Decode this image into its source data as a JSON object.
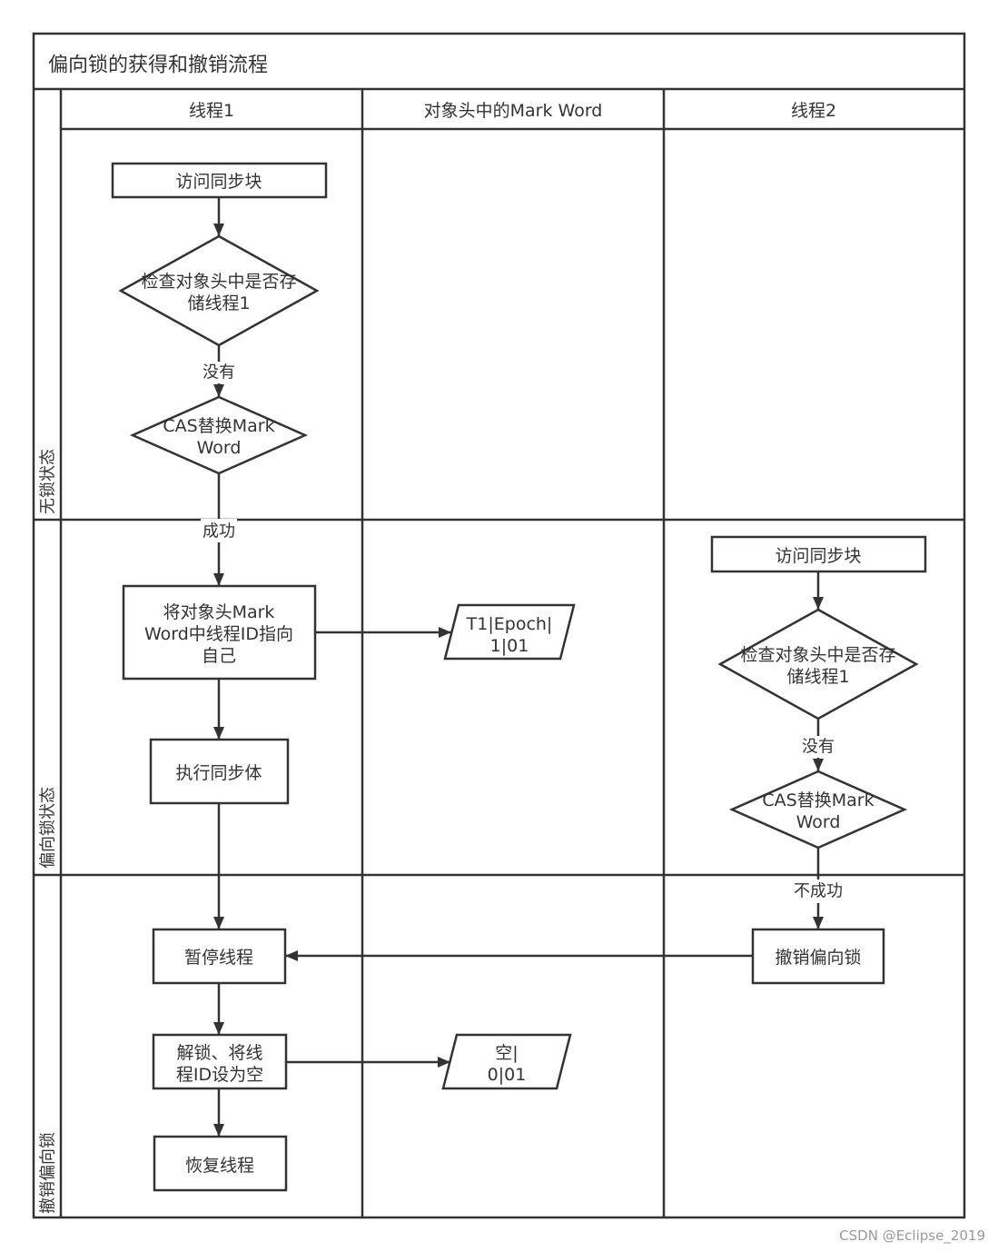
{
  "title": "偏向锁的获得和撤销流程",
  "lanes": {
    "columns": [
      "线程1",
      "对象头中的Mark Word",
      "线程2"
    ],
    "rows": [
      "无锁状态",
      "偏向锁状态",
      "撤销偏向锁"
    ]
  },
  "nodes": {
    "t1_access": {
      "lines": [
        "访问同步块"
      ]
    },
    "t1_check": {
      "lines": [
        "检查对象头中是否存",
        "储线程1"
      ]
    },
    "t1_cas": {
      "lines": [
        "CAS替换Mark",
        "Word"
      ]
    },
    "t1_point": {
      "lines": [
        "将对象头Mark",
        "Word中线程ID指向",
        "自己"
      ]
    },
    "mw_biased": {
      "lines": [
        "T1|Epoch|",
        "1|01"
      ]
    },
    "t1_exec": {
      "lines": [
        "执行同步体"
      ]
    },
    "t1_pause": {
      "lines": [
        "暂停线程"
      ]
    },
    "t1_unlock": {
      "lines": [
        "解锁、将线",
        "程ID设为空"
      ]
    },
    "mw_empty": {
      "lines": [
        "空|",
        "0|01"
      ]
    },
    "t1_resume": {
      "lines": [
        "恢复线程"
      ]
    },
    "t2_access": {
      "lines": [
        "访问同步块"
      ]
    },
    "t2_check": {
      "lines": [
        "检查对象头中是否存",
        "储线程1"
      ]
    },
    "t2_cas": {
      "lines": [
        "CAS替换Mark",
        "Word"
      ]
    },
    "t2_revoke": {
      "lines": [
        "撤销偏向锁"
      ]
    }
  },
  "edges": {
    "t1_check_no": "没有",
    "t1_cas_success": "成功",
    "t2_check_no": "没有",
    "t2_cas_fail": "不成功"
  },
  "watermark": "CSDN @Eclipse_2019",
  "colors": {
    "stroke": "#333333",
    "background": "#ffffff",
    "watermark": "#9a9a9a"
  }
}
